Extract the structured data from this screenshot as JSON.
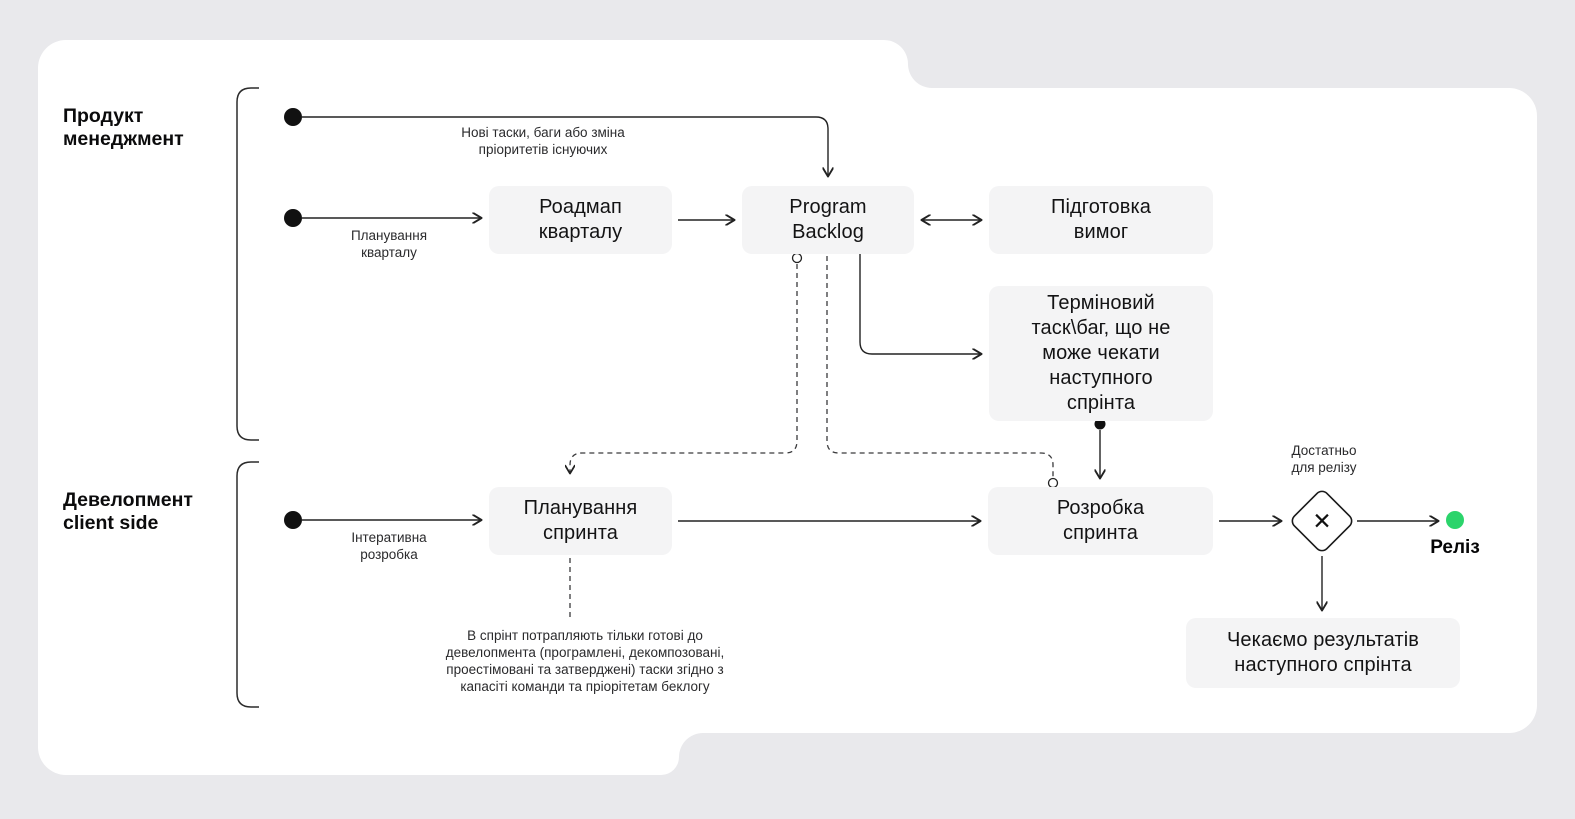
{
  "lanes": {
    "product_management": "Продукт\nменеджмент",
    "development": "Девелопмент\nclient side"
  },
  "nodes": {
    "roadmap": "Роадмап\nкварталу",
    "program_backlog": "Program\nBacklog",
    "requirements_prep": "Підготовка\nвимог",
    "urgent_task": "Терміновий\nтаск\\баг, що не\nможе чекати\nнаступного\nспрінта",
    "sprint_planning": "Планування\nспринта",
    "sprint_development": "Розробка\nспринта",
    "waiting_results": "Чекаємо результатів\nнаступного спрінта"
  },
  "labels": {
    "new_tasks": "Нові таски, баги або зміна\nпріоритетів існуючих",
    "quarter_planning": "Планування\nкварталу",
    "iterative_development": "Інтеративна\nрозробка",
    "sprint_note": "В спрінт потрапляють тільки готові до\nдевелопмента (програмлені, декомпозовані,\nпроестімовані та затверджені) таски згідно з\nкапасіті команди та пріорітетам беклогу",
    "enough_for_release": "Достатньо\nдля релізу",
    "release": "Реліз",
    "gateway_symbol": "✕"
  },
  "colors": {
    "page_background": "#E9E9EC",
    "canvas_background": "#FFFFFF",
    "node_background": "#F4F4F5",
    "line": "#222222",
    "release_green": "#2BD46B"
  }
}
